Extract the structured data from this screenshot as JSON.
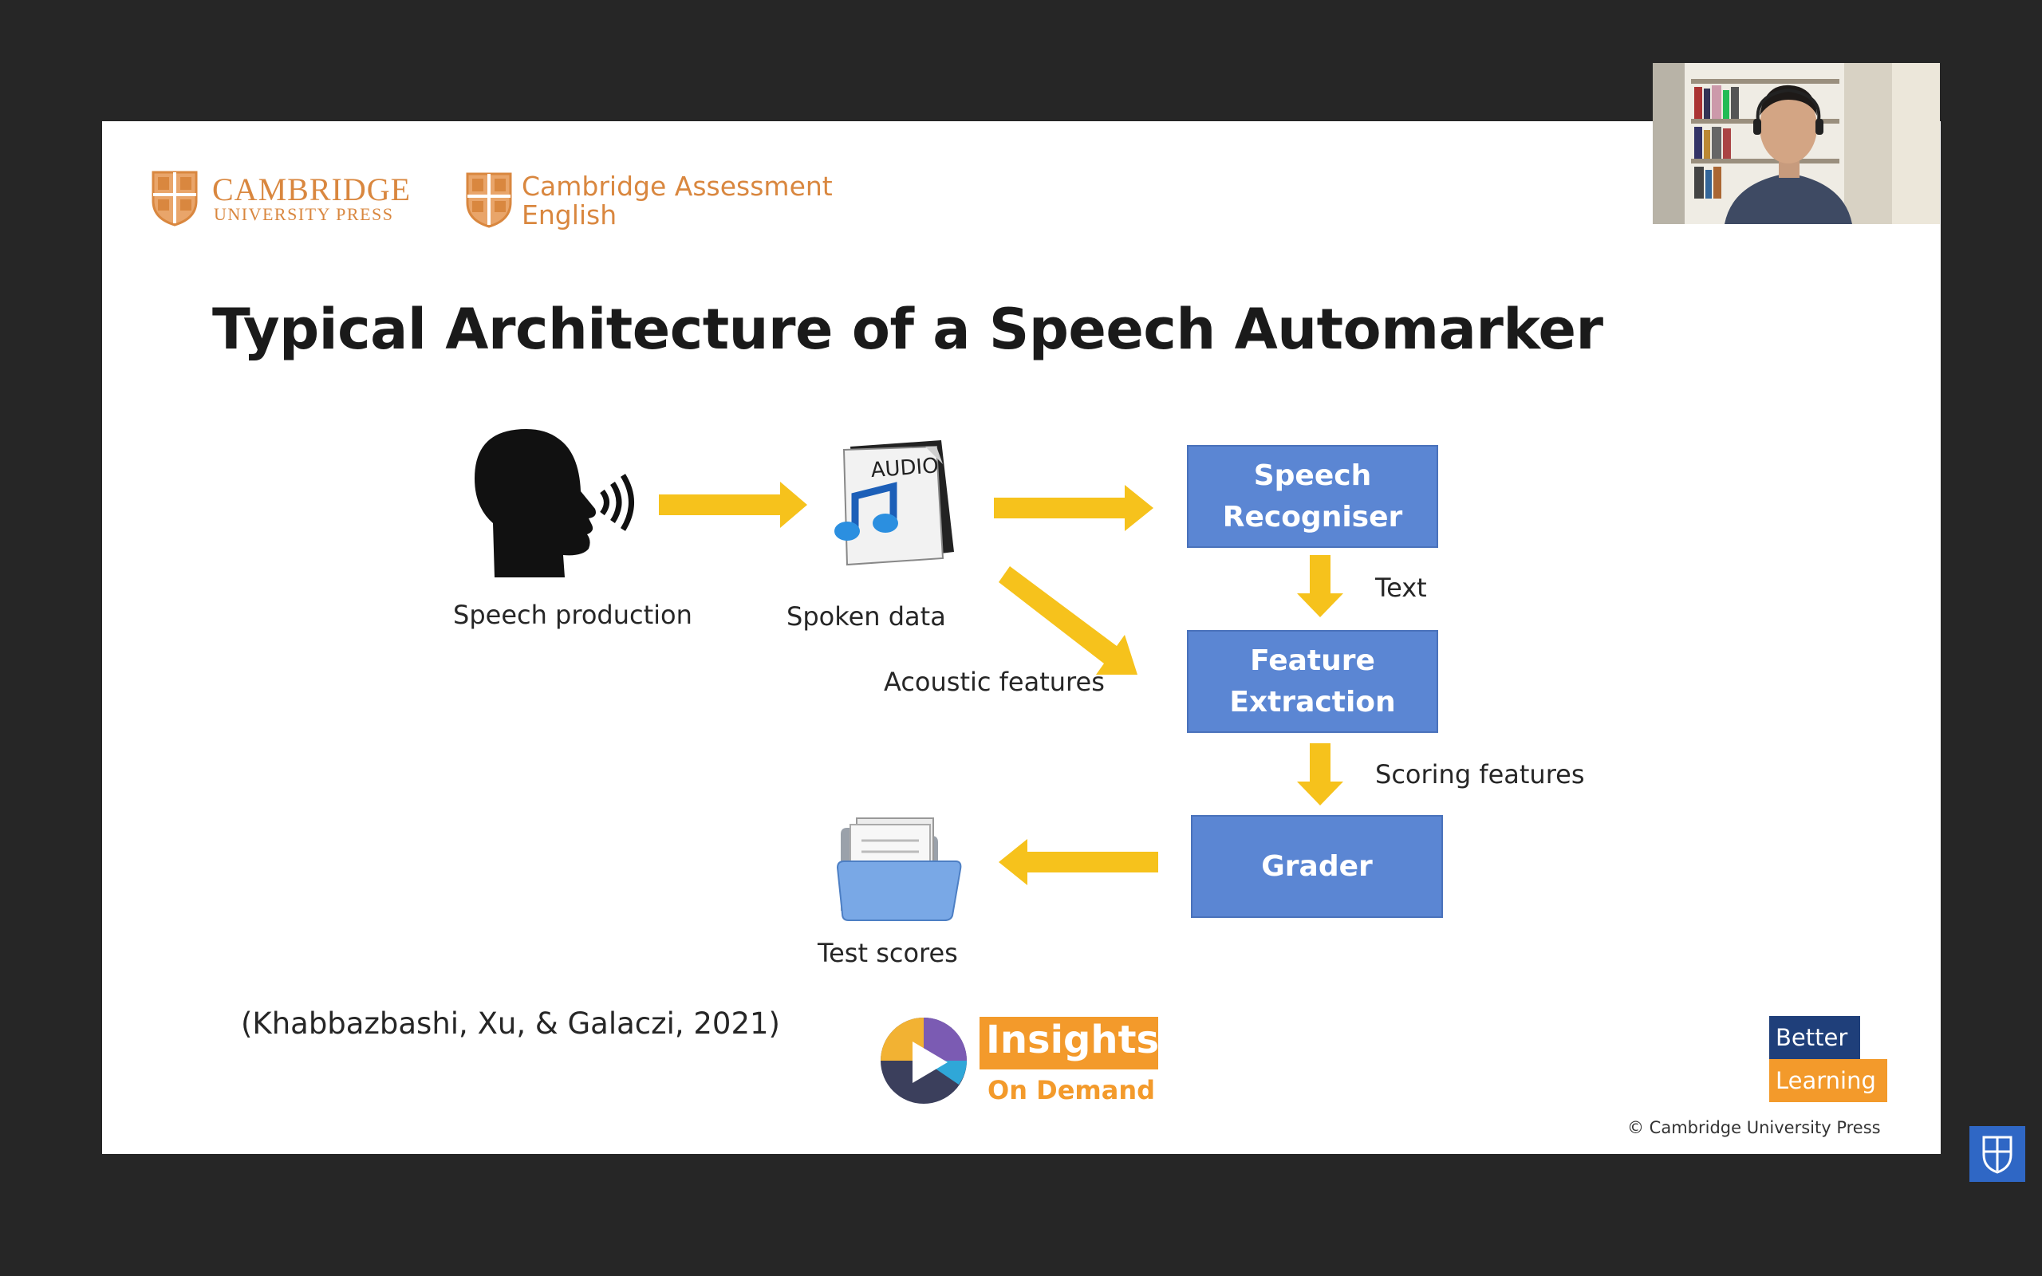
{
  "header": {
    "logo1": {
      "line1": "CAMBRIDGE",
      "line2": "UNIVERSITY PRESS"
    },
    "logo2": {
      "line1": "Cambridge Assessment",
      "line2": "English"
    }
  },
  "slide": {
    "title": "Typical Architecture of a Speech Automarker",
    "nodes": {
      "speech_production": "Speech production",
      "spoken_data": "Spoken data",
      "audio_label": "AUDIO",
      "test_scores": "Test scores"
    },
    "boxes": {
      "recogniser": {
        "line1": "Speech",
        "line2": "Recogniser"
      },
      "feature": {
        "line1": "Feature",
        "line2": "Extraction"
      },
      "grader": "Grader"
    },
    "edge_labels": {
      "text": "Text",
      "acoustic": "Acoustic features",
      "scoring": "Scoring features"
    },
    "citation": "(Khabbazbashi, Xu, & Galaczi, 2021)",
    "insights": {
      "line1": "Insights",
      "line2": "On Demand"
    },
    "better_learning": {
      "line1": "Better",
      "line2": "Learning"
    },
    "copyright": "© Cambridge University Press"
  },
  "colors": {
    "arrow": "#f6c21c",
    "box": "#5b86d3",
    "brand_orange": "#d9873f",
    "insights_orange": "#f39a2b",
    "better_navy": "#1f3f7a"
  }
}
